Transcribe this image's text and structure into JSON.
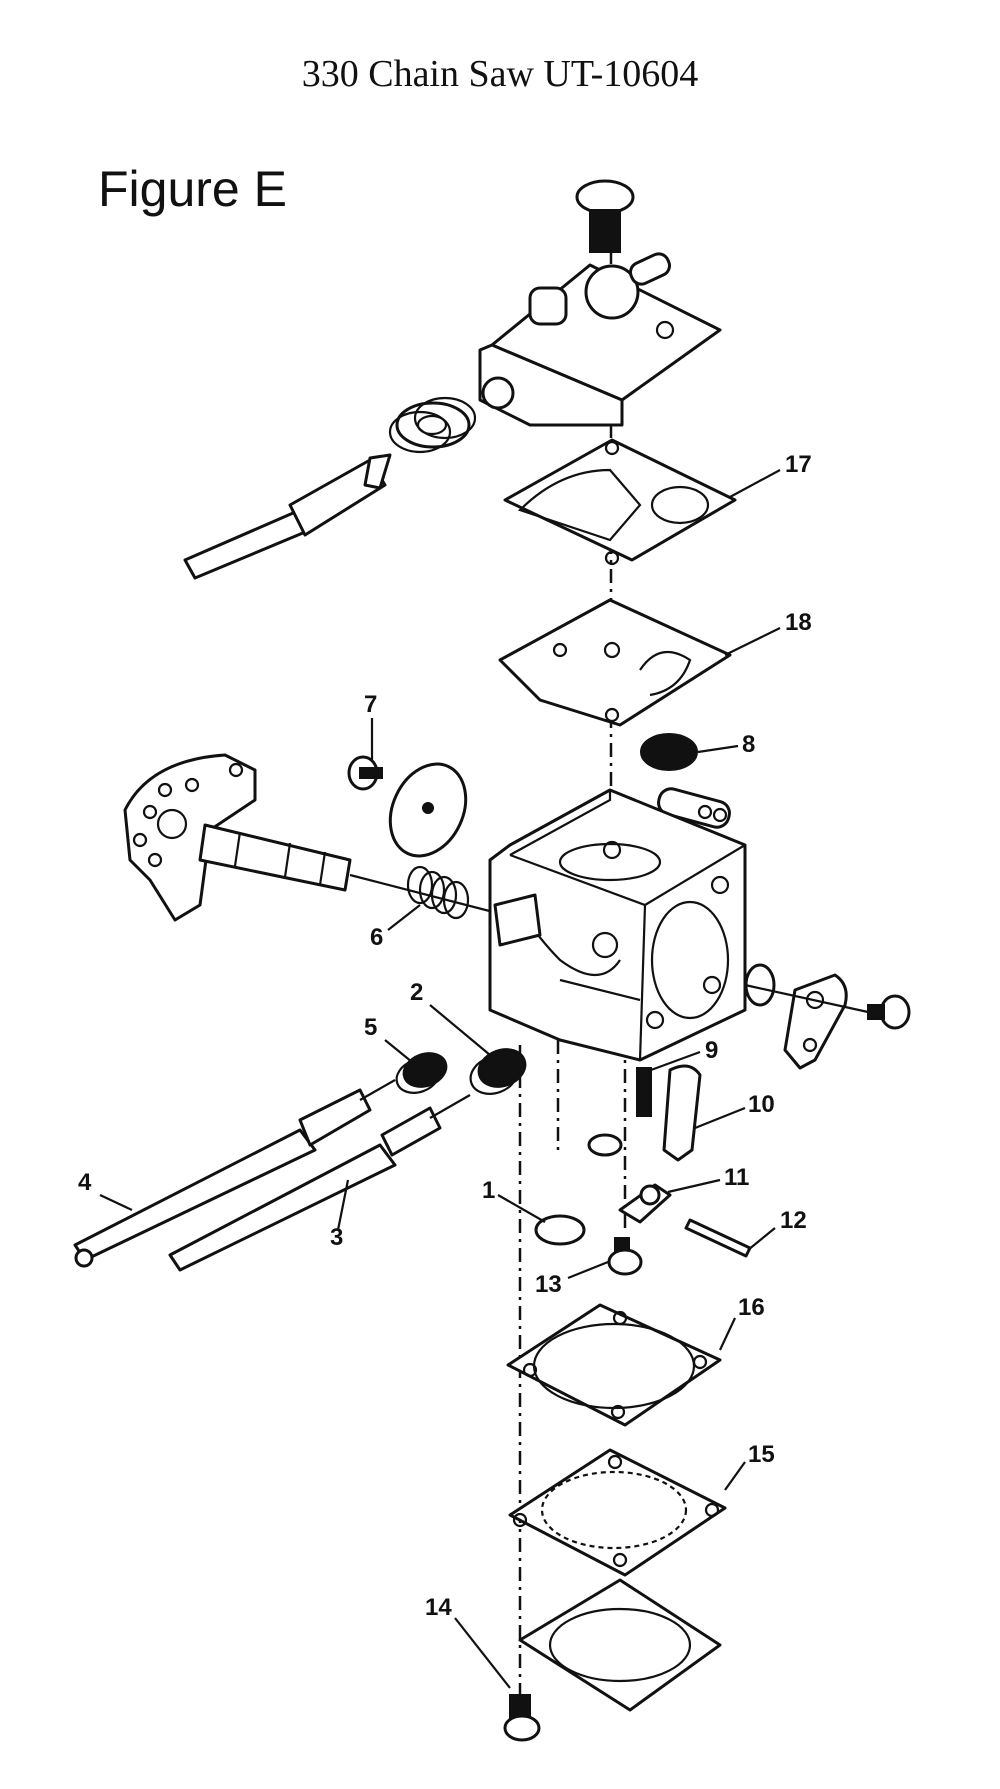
{
  "header": {
    "title": "330 Chain Saw UT-10604"
  },
  "figure": {
    "label": "Figure E"
  },
  "callouts": [
    "1",
    "2",
    "3",
    "4",
    "5",
    "6",
    "7",
    "8",
    "9",
    "10",
    "11",
    "12",
    "13",
    "14",
    "15",
    "16",
    "17",
    "18"
  ]
}
